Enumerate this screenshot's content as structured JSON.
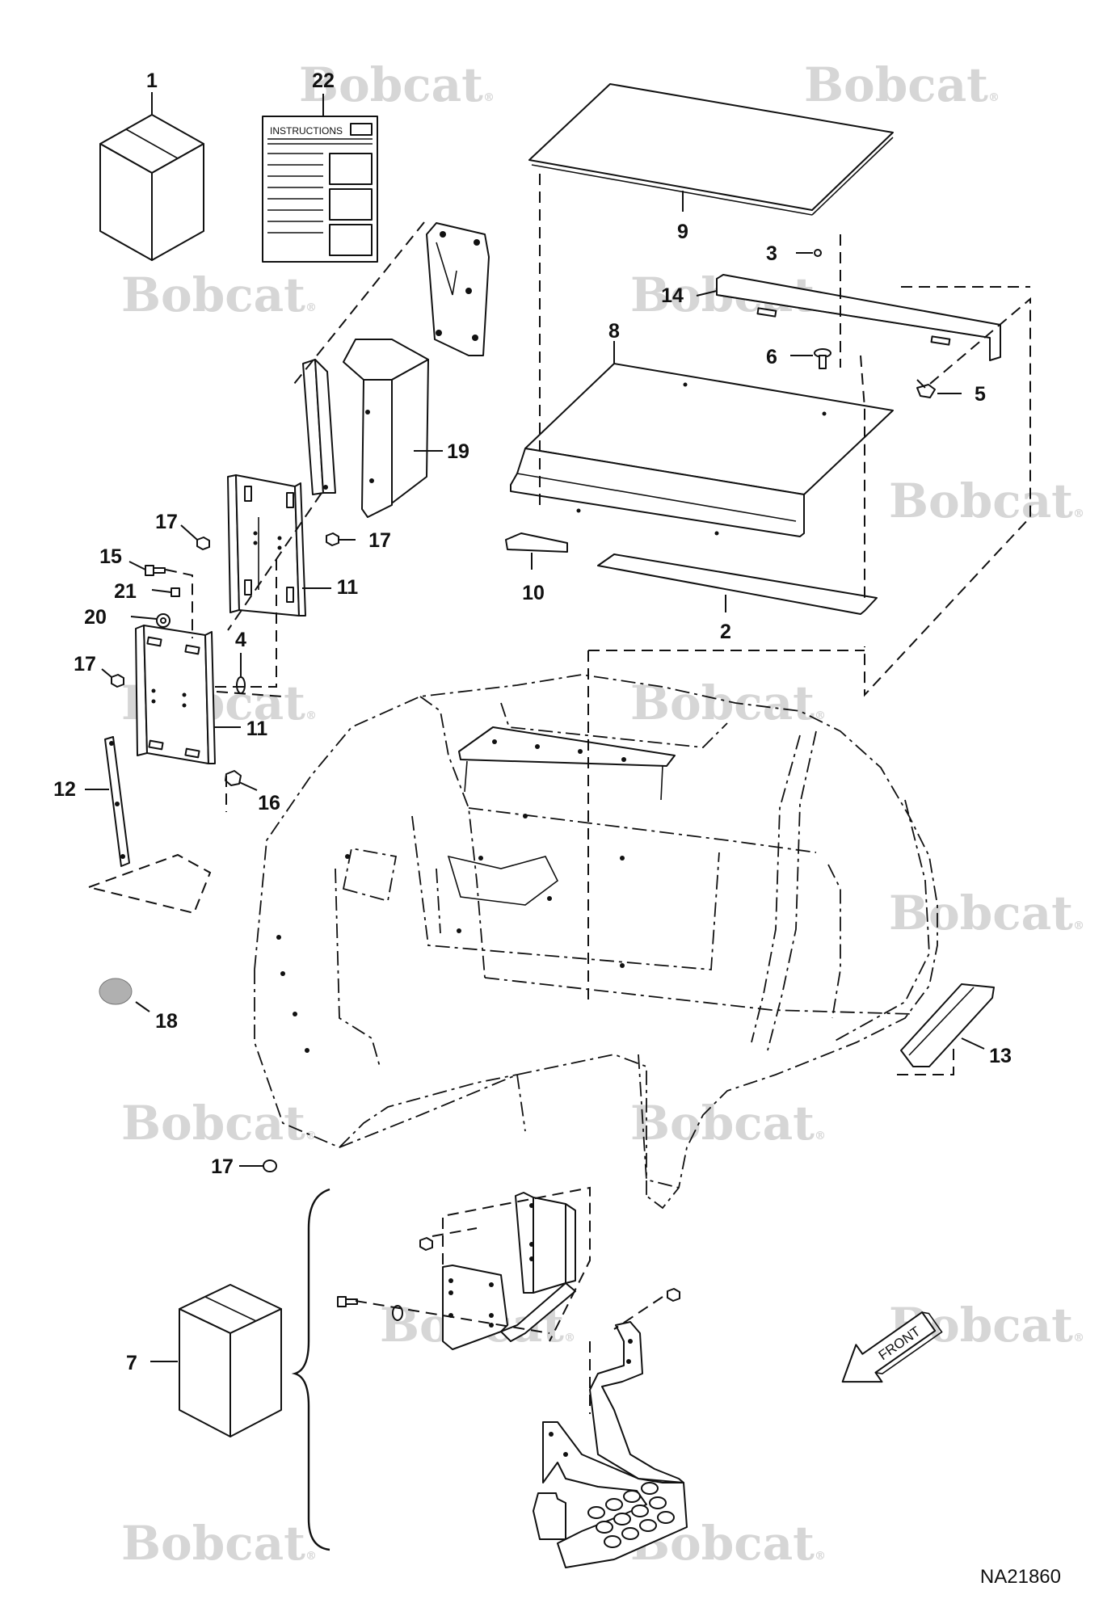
{
  "watermark": {
    "brand": "Bobcat",
    "registered": "®"
  },
  "instruction_sheet": {
    "title": "INSTRUCTIONS"
  },
  "callouts": {
    "c1": "1",
    "c2": "2",
    "c3": "3",
    "c4": "4",
    "c5": "5",
    "c6": "6",
    "c7": "7",
    "c8": "8",
    "c9": "9",
    "c10": "10",
    "c11a": "11",
    "c11b": "11",
    "c12": "12",
    "c13": "13",
    "c14": "14",
    "c15": "15",
    "c16": "16",
    "c17a": "17",
    "c17b": "17",
    "c17c": "17",
    "c17d": "17",
    "c18": "18",
    "c19": "19",
    "c20": "20",
    "c21": "21",
    "c22": "22"
  },
  "front_arrow": {
    "label": "FRONT"
  },
  "drawing_number": "NA21860"
}
